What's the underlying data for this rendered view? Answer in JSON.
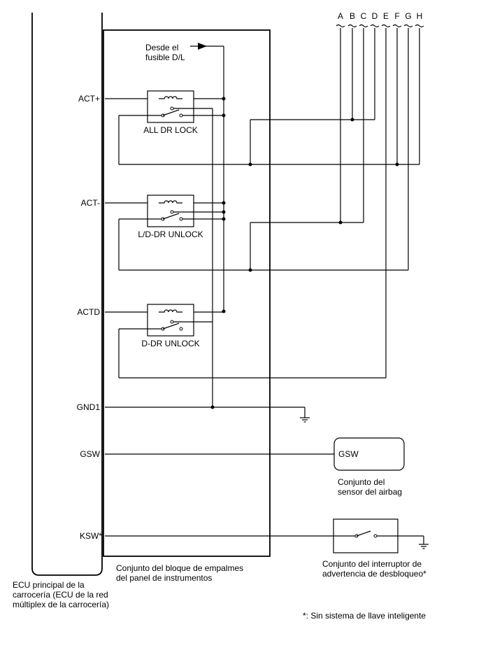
{
  "connector_letters": [
    "A",
    "B",
    "C",
    "D",
    "E",
    "F",
    "G",
    "H"
  ],
  "ecu": {
    "caption": [
      "ECU principal de la",
      "carrocería (ECU de la red",
      "múltiplex de la carrocería)"
    ],
    "terminals": [
      "ACT+",
      "ACT-",
      "ACTD",
      "GND1",
      "GSW",
      "KSW*"
    ]
  },
  "junction_block": {
    "caption": [
      "Conjunto del bloque de empalmes",
      "del panel de instrumentos"
    ],
    "fuse_label": [
      "Desde el",
      "fusible D/L"
    ],
    "relays": [
      "ALL DR LOCK",
      "L/D-DR UNLOCK",
      "D-DR UNLOCK"
    ]
  },
  "airbag_sensor": {
    "terminal": "GSW",
    "caption": [
      "Conjunto del",
      "sensor del airbag"
    ]
  },
  "unlock_warning_switch": {
    "caption": [
      "Conjunto del interruptor de",
      "advertencia de desbloqueo*"
    ]
  },
  "footnote": "*: Sin sistema de llave inteligente"
}
